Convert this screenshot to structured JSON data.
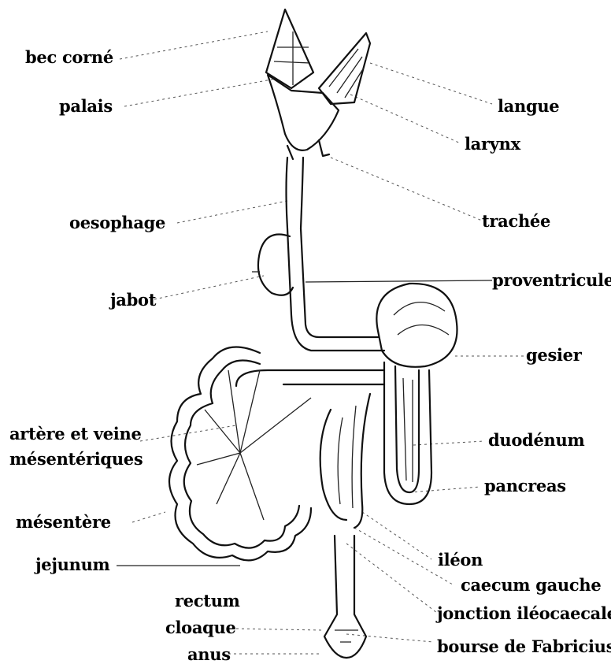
{
  "labels": {
    "bec_corne": "bec corné",
    "palais": "palais",
    "langue": "langue",
    "larynx": "larynx",
    "oesophage": "oesophage",
    "trachee": "trachée",
    "jabot": "jabot",
    "proventricule": "proventricule",
    "gesier": "gesier",
    "artere_veine_1": "artère et veine",
    "artere_veine_2": "mésentériques",
    "duodenum": "duodénum",
    "pancreas": "pancreas",
    "mesentere": "mésentère",
    "jejunum": "jejunum",
    "ileon": "iléon",
    "caecum_gauche": "caecum gauche",
    "rectum": "rectum",
    "jonction": "jonction iléocaecale",
    "cloaque": "cloaque",
    "bourse": "bourse de Fabricius",
    "anus": "anus"
  }
}
